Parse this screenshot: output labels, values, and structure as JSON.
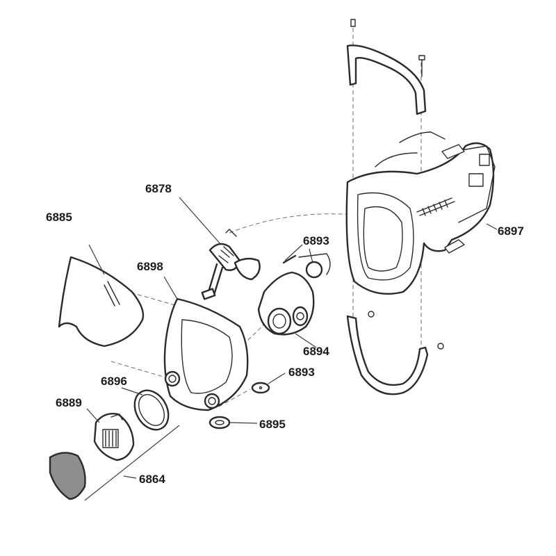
{
  "diagram": {
    "callouts": {
      "c6878": "6878",
      "c6885": "6885",
      "c6898": "6898",
      "c6893a": "6893",
      "c6897": "6897",
      "c6894": "6894",
      "c6896": "6896",
      "c6893b": "6893",
      "c6889": "6889",
      "c6895": "6895",
      "c6864": "6864"
    },
    "colors": {
      "line": "#2a2a2a",
      "filter_pad": "#8e8e8e",
      "background": "#ffffff"
    }
  }
}
